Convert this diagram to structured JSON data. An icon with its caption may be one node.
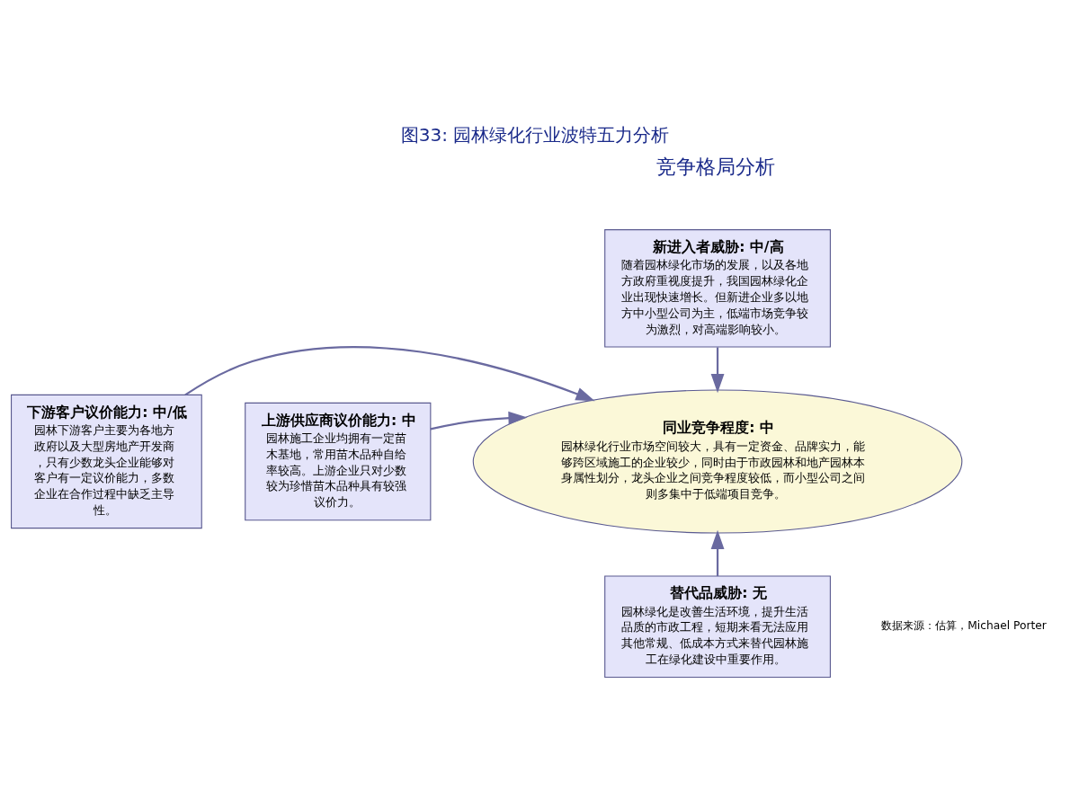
{
  "diagram": {
    "title": "图33: 园林绿化行业波特五力分析",
    "caption": "数据来源：估算，Michael Porter",
    "nodes": [
      {
        "text": [
          "新进入者威胁: 中/高",
          "随着园林绿化市场的发展，以及各地方政府重视度提升，我国园林绿化企业出现快速增长。但新进企业多以地方中小型公司为主，低端市场竞争较为激烈，对高端影响较小。"
        ]
      },
      {
        "text": [
          "上游供应商议价能力: 中",
          "园林施工企业均拥有一定苗木基地，常用苗木品种自给率较高。上游企业只对少数较为珍惜苗木品种具有较强议价力。"
        ]
      },
      {
        "text": [
          "同业竞争程度: 中",
          "园林绿化行业市场空间较大，具有一定资金、品牌实力，能够跨区域施工的企业较少，同时由于市政园林和地产园林本身属性划分，龙头企业之间竞争程度较低，而小型公司之间则多集中于低端项目竞争。"
        ]
      },
      {
        "text": [
          "下游客户议价能力: 中/低",
          "园林下游客户主要为各地方政府以及大型房地产开发商，只有少数龙头企业能够对客户有一定议价能力，多数企业在合作过程中缺乏主导性。"
        ]
      },
      {
        "text": [
          "替代品威胁: 无",
          "园林绿化是改善生活环境，提升生活品质的市政工程，短期来看无法应用其他常规、低成本方式来替代园林施工在绿化建设中重要作用。"
        ]
      }
    ],
    "edges": [
      {
        "from": 0,
        "to": 2,
        "arrow": "to"
      },
      {
        "from": 1,
        "to": 2,
        "arrow": "to"
      },
      {
        "from": 3,
        "to": 2,
        "arrow": "to"
      },
      {
        "from": 4,
        "to": 2,
        "arrow": "to"
      }
    ],
    "labels": [
      "竞争格局分析"
    ]
  }
}
